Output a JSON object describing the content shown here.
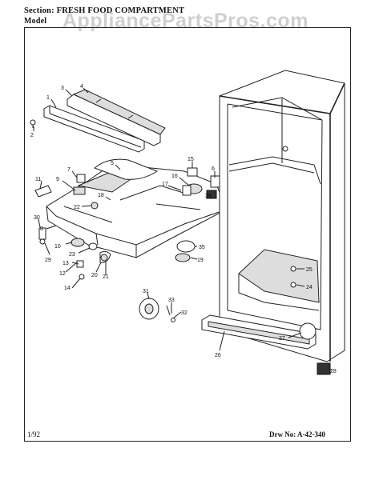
{
  "header": {
    "section_label": "Section:",
    "section_name": "FRESH FOOD COMPARTMENT",
    "model_label": "Model"
  },
  "watermark": "AppliancePartsPros.com",
  "footer": {
    "date": "1/92",
    "drawing_number": "Drw No: A-42-340"
  },
  "callouts": [
    "1",
    "2",
    "3",
    "4",
    "5",
    "6",
    "7",
    "8",
    "9",
    "10",
    "11",
    "12",
    "13",
    "14",
    "15",
    "16",
    "17",
    "18",
    "19",
    "20",
    "21",
    "22",
    "23",
    "24",
    "25",
    "26",
    "27",
    "28",
    "29",
    "30",
    "31",
    "32",
    "33",
    "34",
    "35"
  ]
}
